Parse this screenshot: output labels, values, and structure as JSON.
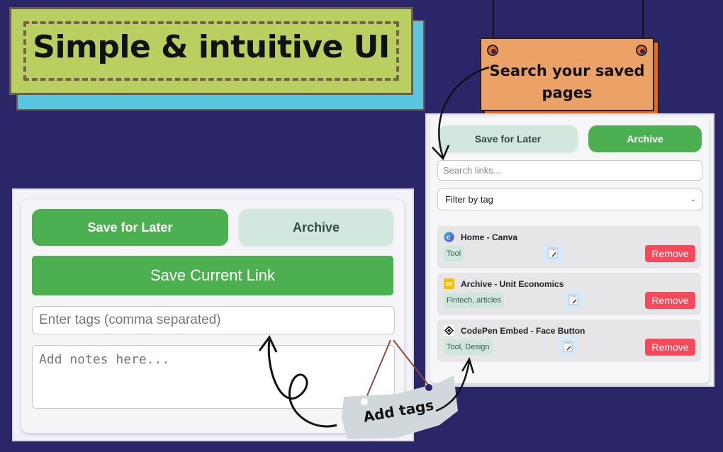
{
  "banner": {
    "title": "Simple & intuitive UI",
    "colors": {
      "face": "#b9cf5f",
      "depth": "#5bc4df",
      "dash": "#74644f"
    }
  },
  "search_callout": {
    "text_line1": "Search your saved",
    "text_line2": "pages",
    "colors": {
      "face": "#eca167",
      "shadow": "#e8681a"
    }
  },
  "add_tags_callout": {
    "text": "Add tags"
  },
  "left_panel": {
    "tabs": [
      {
        "label": "Save for Later",
        "active": true
      },
      {
        "label": "Archive",
        "active": false
      }
    ],
    "save_current_link_label": "Save Current Link",
    "tags_input": {
      "placeholder": "Enter tags (comma separated)",
      "value": ""
    },
    "notes_textarea": {
      "placeholder": "Add notes here...",
      "value": ""
    }
  },
  "right_panel": {
    "tabs": [
      {
        "label": "Save for Later",
        "active": false
      },
      {
        "label": "Archive",
        "active": true
      }
    ],
    "search_input": {
      "placeholder": "Search links...",
      "value": ""
    },
    "filter_select": {
      "selected": "Filter by tag"
    },
    "links": [
      {
        "title": "Home - Canva",
        "tags": "Tool",
        "favicon": "canva-icon",
        "remove_label": "Remove"
      },
      {
        "title": "Archive - Unit Economics",
        "tags": "Fintech, articles",
        "favicon": "google-slides-icon",
        "remove_label": "Remove"
      },
      {
        "title": "CodePen Embed - Face Button",
        "tags": "Tool, Design",
        "favicon": "codepen-icon",
        "remove_label": "Remove"
      }
    ]
  },
  "colors": {
    "background": "#2b2668",
    "primary_green": "#4caf50",
    "light_green": "#d2e8df",
    "remove_red": "#f44a5c",
    "tag_bg": "#cfe6dc",
    "note_bg": "#d6e8fb"
  }
}
